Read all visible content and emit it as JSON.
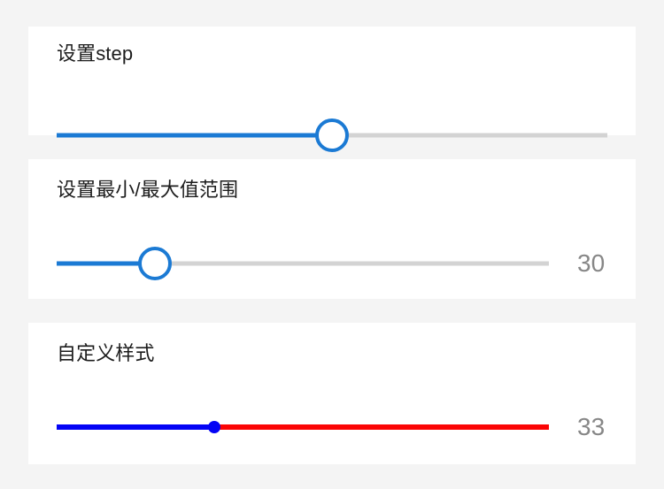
{
  "page": {
    "background_color": "#f4f4f4",
    "card_background": "#ffffff"
  },
  "colors": {
    "accent_blue": "#1b7ad4",
    "track_inactive_gray": "#d3d3d3",
    "custom_active_blue": "#0404f5",
    "custom_inactive_red": "#fb0505",
    "title_text": "#1c1c1c",
    "value_text": "#878787"
  },
  "cards": [
    {
      "id": "step",
      "title": "设置step",
      "slider": {
        "name": "step-slider",
        "percent": 50,
        "value_label": null,
        "thumb_style": "ring",
        "active_color": "#1b7ad4",
        "inactive_color": "#d3d3d3"
      }
    },
    {
      "id": "range",
      "title": "设置最小/最大值范围",
      "slider": {
        "name": "range-slider",
        "percent": 20,
        "value_label": "30",
        "thumb_style": "ring",
        "active_color": "#1b7ad4",
        "inactive_color": "#d3d3d3"
      }
    },
    {
      "id": "custom",
      "title": "自定义样式",
      "slider": {
        "name": "custom-slider",
        "percent": 32,
        "value_label": "33",
        "thumb_style": "dot",
        "active_color": "#0404f5",
        "inactive_color": "#fb0505"
      }
    }
  ]
}
